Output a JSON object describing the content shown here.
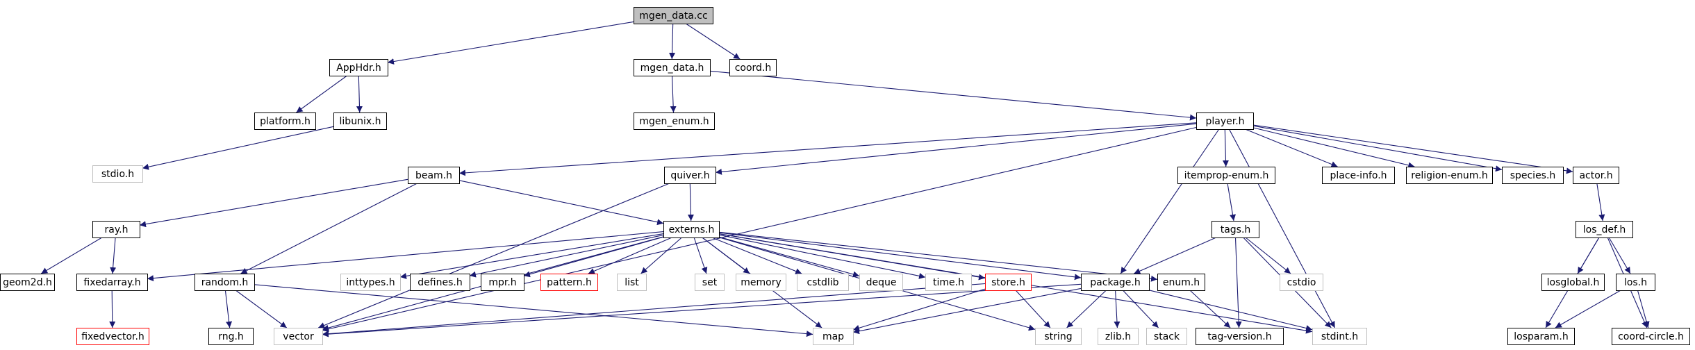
{
  "graph": {
    "colors": {
      "edge": "#191970",
      "node_border": "#000000",
      "external_border": "#bfbfbf",
      "truncated_border": "#ff0000",
      "root_fill": "#bfbfbf",
      "node_fill": "#ffffff"
    },
    "nodes": [
      {
        "id": "mgen_data_cc",
        "label": "mgen_data.cc",
        "kind": "root"
      },
      {
        "id": "apphdr_h",
        "label": "AppHdr.h",
        "kind": "normal"
      },
      {
        "id": "mgen_data_h",
        "label": "mgen_data.h",
        "kind": "normal"
      },
      {
        "id": "coord_h",
        "label": "coord.h",
        "kind": "normal"
      },
      {
        "id": "platform_h",
        "label": "platform.h",
        "kind": "normal"
      },
      {
        "id": "libunix_h",
        "label": "libunix.h",
        "kind": "normal"
      },
      {
        "id": "mgen_enum_h",
        "label": "mgen_enum.h",
        "kind": "normal"
      },
      {
        "id": "player_h",
        "label": "player.h",
        "kind": "normal"
      },
      {
        "id": "stdio_h",
        "label": "stdio.h",
        "kind": "external"
      },
      {
        "id": "beam_h",
        "label": "beam.h",
        "kind": "normal"
      },
      {
        "id": "quiver_h",
        "label": "quiver.h",
        "kind": "normal"
      },
      {
        "id": "itemprop_enum_h",
        "label": "itemprop-enum.h",
        "kind": "normal"
      },
      {
        "id": "place_info_h",
        "label": "place-info.h",
        "kind": "normal"
      },
      {
        "id": "religion_enum_h",
        "label": "religion-enum.h",
        "kind": "normal"
      },
      {
        "id": "species_h",
        "label": "species.h",
        "kind": "normal"
      },
      {
        "id": "actor_h",
        "label": "actor.h",
        "kind": "normal"
      },
      {
        "id": "ray_h",
        "label": "ray.h",
        "kind": "normal"
      },
      {
        "id": "externs_h",
        "label": "externs.h",
        "kind": "normal"
      },
      {
        "id": "tags_h",
        "label": "tags.h",
        "kind": "normal"
      },
      {
        "id": "los_def_h",
        "label": "los_def.h",
        "kind": "normal"
      },
      {
        "id": "geom2d_h",
        "label": "geom2d.h",
        "kind": "normal"
      },
      {
        "id": "fixedarray_h",
        "label": "fixedarray.h",
        "kind": "normal"
      },
      {
        "id": "random_h",
        "label": "random.h",
        "kind": "normal"
      },
      {
        "id": "inttypes_h",
        "label": "inttypes.h",
        "kind": "external"
      },
      {
        "id": "defines_h",
        "label": "defines.h",
        "kind": "normal"
      },
      {
        "id": "mpr_h",
        "label": "mpr.h",
        "kind": "normal"
      },
      {
        "id": "pattern_h",
        "label": "pattern.h",
        "kind": "truncated"
      },
      {
        "id": "list",
        "label": "list",
        "kind": "external"
      },
      {
        "id": "set",
        "label": "set",
        "kind": "external"
      },
      {
        "id": "memory",
        "label": "memory",
        "kind": "external"
      },
      {
        "id": "cstdlib",
        "label": "cstdlib",
        "kind": "external"
      },
      {
        "id": "deque",
        "label": "deque",
        "kind": "external"
      },
      {
        "id": "time_h",
        "label": "time.h",
        "kind": "external"
      },
      {
        "id": "store_h",
        "label": "store.h",
        "kind": "truncated"
      },
      {
        "id": "package_h",
        "label": "package.h",
        "kind": "normal"
      },
      {
        "id": "enum_h",
        "label": "enum.h",
        "kind": "normal"
      },
      {
        "id": "cstdio",
        "label": "cstdio",
        "kind": "external"
      },
      {
        "id": "losglobal_h",
        "label": "losglobal.h",
        "kind": "normal"
      },
      {
        "id": "los_h",
        "label": "los.h",
        "kind": "normal"
      },
      {
        "id": "fixedvector_h",
        "label": "fixedvector.h",
        "kind": "truncated"
      },
      {
        "id": "rng_h",
        "label": "rng.h",
        "kind": "normal"
      },
      {
        "id": "vector",
        "label": "vector",
        "kind": "external"
      },
      {
        "id": "map",
        "label": "map",
        "kind": "external"
      },
      {
        "id": "string",
        "label": "string",
        "kind": "external"
      },
      {
        "id": "zlib_h",
        "label": "zlib.h",
        "kind": "external"
      },
      {
        "id": "stack",
        "label": "stack",
        "kind": "external"
      },
      {
        "id": "tag_version_h",
        "label": "tag-version.h",
        "kind": "normal"
      },
      {
        "id": "stdint_h",
        "label": "stdint.h",
        "kind": "external"
      },
      {
        "id": "losparam_h",
        "label": "losparam.h",
        "kind": "normal"
      },
      {
        "id": "coord_circle_h",
        "label": "coord-circle.h",
        "kind": "normal"
      }
    ],
    "edges": [
      [
        "mgen_data_cc",
        "apphdr_h"
      ],
      [
        "mgen_data_cc",
        "mgen_data_h"
      ],
      [
        "mgen_data_cc",
        "coord_h"
      ],
      [
        "apphdr_h",
        "platform_h"
      ],
      [
        "apphdr_h",
        "libunix_h"
      ],
      [
        "libunix_h",
        "stdio_h"
      ],
      [
        "mgen_data_h",
        "mgen_enum_h"
      ],
      [
        "mgen_data_h",
        "player_h"
      ],
      [
        "player_h",
        "vector"
      ],
      [
        "player_h",
        "beam_h"
      ],
      [
        "player_h",
        "quiver_h"
      ],
      [
        "player_h",
        "package_h"
      ],
      [
        "player_h",
        "itemprop_enum_h"
      ],
      [
        "player_h",
        "stdint_h"
      ],
      [
        "player_h",
        "place_info_h"
      ],
      [
        "player_h",
        "religion_enum_h"
      ],
      [
        "player_h",
        "species_h"
      ],
      [
        "player_h",
        "actor_h"
      ],
      [
        "beam_h",
        "ray_h"
      ],
      [
        "beam_h",
        "random_h"
      ],
      [
        "beam_h",
        "externs_h"
      ],
      [
        "quiver_h",
        "externs_h"
      ],
      [
        "quiver_h",
        "vector"
      ],
      [
        "ray_h",
        "geom2d_h"
      ],
      [
        "ray_h",
        "fixedarray_h"
      ],
      [
        "fixedarray_h",
        "fixedvector_h"
      ],
      [
        "random_h",
        "rng_h"
      ],
      [
        "random_h",
        "vector"
      ],
      [
        "random_h",
        "map"
      ],
      [
        "externs_h",
        "fixedarray_h"
      ],
      [
        "externs_h",
        "vector"
      ],
      [
        "externs_h",
        "inttypes_h"
      ],
      [
        "externs_h",
        "defines_h"
      ],
      [
        "externs_h",
        "mpr_h"
      ],
      [
        "externs_h",
        "pattern_h"
      ],
      [
        "externs_h",
        "list"
      ],
      [
        "externs_h",
        "set"
      ],
      [
        "externs_h",
        "memory"
      ],
      [
        "externs_h",
        "cstdlib"
      ],
      [
        "externs_h",
        "deque"
      ],
      [
        "externs_h",
        "time_h"
      ],
      [
        "externs_h",
        "store_h"
      ],
      [
        "externs_h",
        "map"
      ],
      [
        "externs_h",
        "string"
      ],
      [
        "externs_h",
        "enum_h"
      ],
      [
        "externs_h",
        "stdint_h"
      ],
      [
        "externs_h",
        "package_h"
      ],
      [
        "store_h",
        "vector"
      ],
      [
        "store_h",
        "map"
      ],
      [
        "store_h",
        "string"
      ],
      [
        "package_h",
        "vector"
      ],
      [
        "package_h",
        "map"
      ],
      [
        "package_h",
        "string"
      ],
      [
        "package_h",
        "zlib_h"
      ],
      [
        "package_h",
        "stack"
      ],
      [
        "package_h",
        "stdint_h"
      ],
      [
        "enum_h",
        "tag_version_h"
      ],
      [
        "itemprop_enum_h",
        "tags_h"
      ],
      [
        "tags_h",
        "package_h"
      ],
      [
        "tags_h",
        "tag_version_h"
      ],
      [
        "tags_h",
        "cstdio"
      ],
      [
        "tags_h",
        "stdint_h"
      ],
      [
        "actor_h",
        "los_def_h"
      ],
      [
        "los_def_h",
        "losglobal_h"
      ],
      [
        "los_def_h",
        "los_h"
      ],
      [
        "los_def_h",
        "losparam_h"
      ],
      [
        "los_def_h",
        "coord_circle_h"
      ],
      [
        "los_h",
        "losparam_h"
      ],
      [
        "los_h",
        "coord_circle_h"
      ]
    ]
  }
}
